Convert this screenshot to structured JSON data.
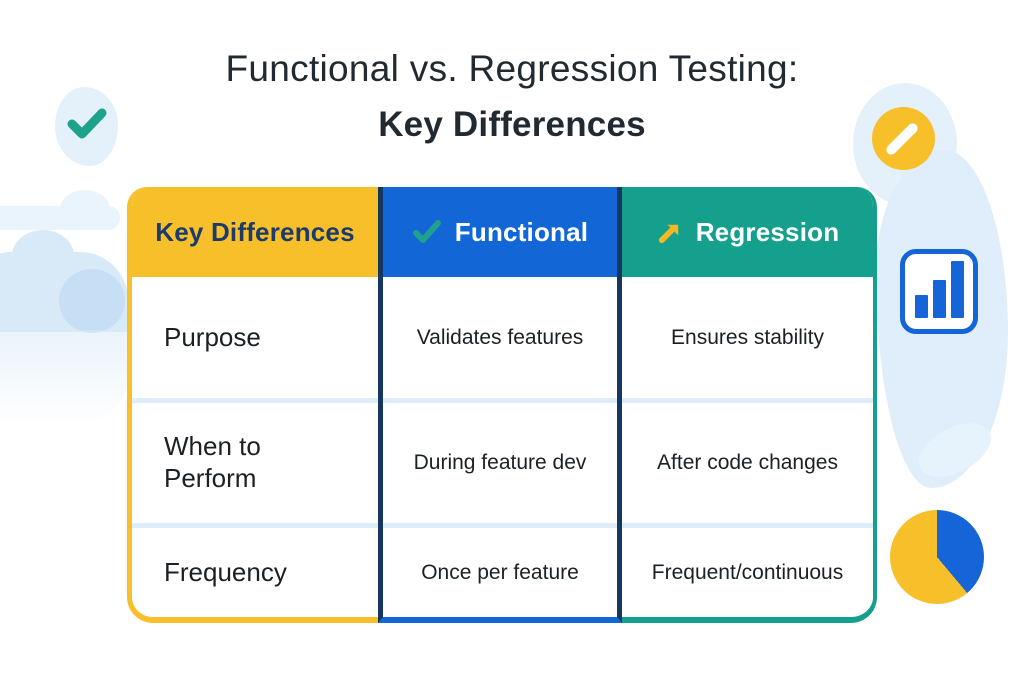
{
  "title": {
    "line1": "Functional vs. Regression Testing:",
    "line2": "Key Differences"
  },
  "table": {
    "key_header": "Key Differences",
    "functional_header": "Functional",
    "regression_header": "Regression",
    "rows": [
      {
        "label": "Purpose",
        "functional": "Validates features",
        "regression": "Ensures stability"
      },
      {
        "label": "When to Perform",
        "functional": "During feature dev",
        "regression": "After code changes"
      },
      {
        "label": "Frequency",
        "functional": "Once per feature",
        "regression": "Frequent/continuous"
      }
    ]
  },
  "colors": {
    "yellow": "#f7c02b",
    "blue": "#1266d6",
    "icon_blue": "#1565d8",
    "teal": "#14a08d",
    "navy_divider": "#14365f",
    "navy_text": "#1c3a6a",
    "light_blue_blob": "#dfeefa",
    "row_separator": "#ddedfb",
    "body_text": "#1a2126"
  },
  "decorations": {
    "top_left": "check-mark-badge",
    "top_right": "pencil-slash-badge",
    "mid_right": "bar-chart-badge",
    "bottom_right": "pie-chart-badge",
    "pie_blue_degrees": 140
  }
}
